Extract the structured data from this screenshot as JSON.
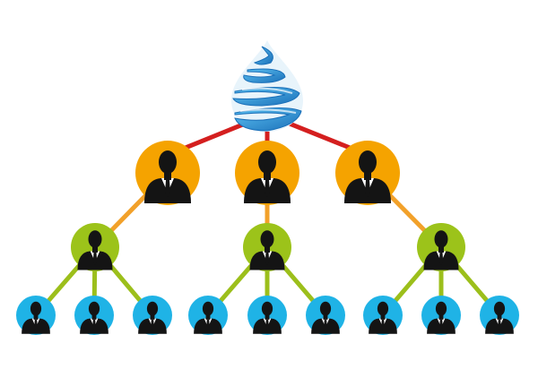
{
  "colors": {
    "background": "#ffffff",
    "link_level1": "#d41f1f",
    "link_level2": "#f2a12a",
    "link_level3": "#9cbf1b",
    "node_level1": "#f5a300",
    "node_level2": "#9cc31a",
    "node_level3": "#1fb3e6",
    "person": "#141414",
    "shirt": "#ffffff",
    "logo_light": "#5cc1f2",
    "logo_dark": "#1a6fb8"
  },
  "icons": {
    "root": "blue-spiral-drop-logo",
    "member": "businessman-icon"
  },
  "tree": {
    "levels": [
      {
        "name": "level-1",
        "count": 3,
        "children_each": 1
      },
      {
        "name": "level-2",
        "count": 3,
        "children_each": 3
      },
      {
        "name": "level-3",
        "count": 9,
        "children_each": 0
      }
    ]
  }
}
